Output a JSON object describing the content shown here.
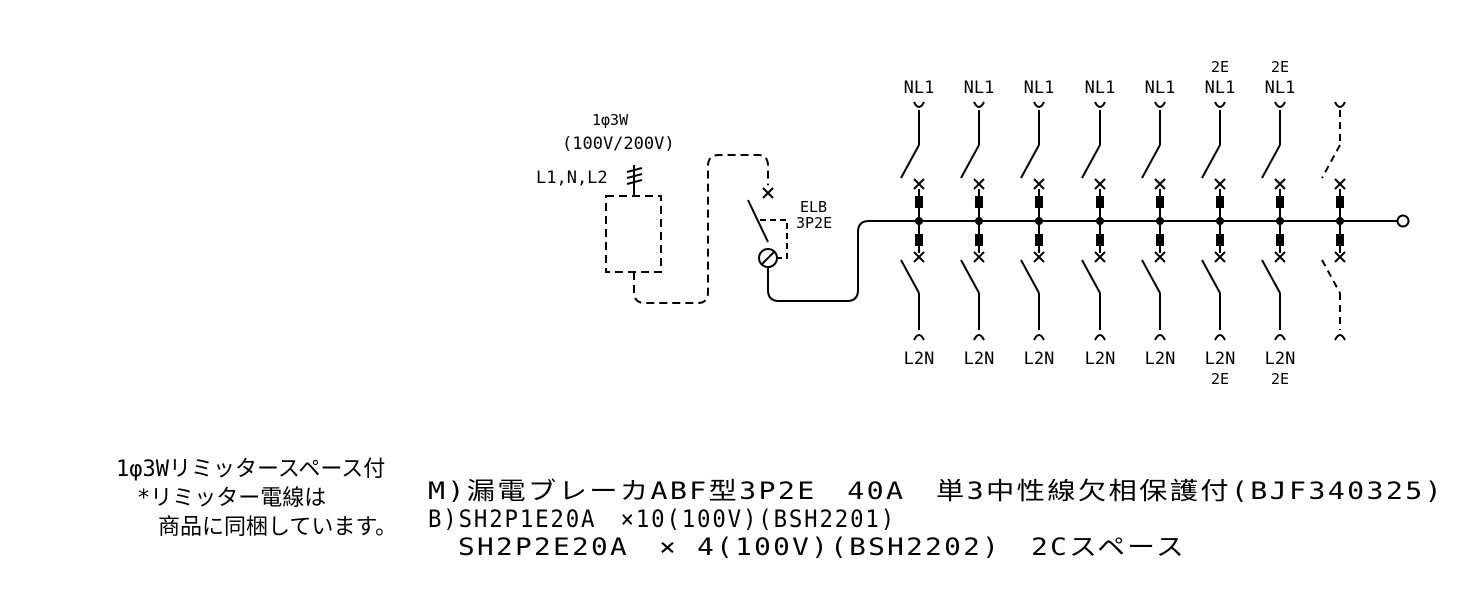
{
  "incoming": {
    "phase": "1φ3W",
    "voltage": "(100V/200V)",
    "wires": "L1,N,L2"
  },
  "main_breaker": {
    "name": "ELB",
    "poles": "3P2E"
  },
  "branches": [
    {
      "top": "NL1",
      "top_prefix": "",
      "bottom": "L2N",
      "bottom_suffix": "",
      "spare": false
    },
    {
      "top": "NL1",
      "top_prefix": "",
      "bottom": "L2N",
      "bottom_suffix": "",
      "spare": false
    },
    {
      "top": "NL1",
      "top_prefix": "",
      "bottom": "L2N",
      "bottom_suffix": "",
      "spare": false
    },
    {
      "top": "NL1",
      "top_prefix": "",
      "bottom": "L2N",
      "bottom_suffix": "",
      "spare": false
    },
    {
      "top": "NL1",
      "top_prefix": "",
      "bottom": "L2N",
      "bottom_suffix": "",
      "spare": false
    },
    {
      "top": "NL1",
      "top_prefix": "2E",
      "bottom": "L2N",
      "bottom_suffix": "2E",
      "spare": false
    },
    {
      "top": "NL1",
      "top_prefix": "2E",
      "bottom": "L2N",
      "bottom_suffix": "2E",
      "spare": false
    },
    {
      "top": "",
      "top_prefix": "",
      "bottom": "",
      "bottom_suffix": "",
      "spare": true
    }
  ],
  "notes": {
    "line1": "1φ3Wリミッタースペース付",
    "line2": "*リミッター電線は",
    "line3": "商品に同梱しています。"
  },
  "spec": {
    "main": "M)漏電ブレーカABF型3P2E　40A　単3中性線欠相保護付(BJF340325)",
    "branch1": "B)SH2P1E20A　×10(100V)(BSH2201)",
    "branch2": "　SH2P2E20A　× 4(100V)(BSH2202)　2Cスペース"
  }
}
